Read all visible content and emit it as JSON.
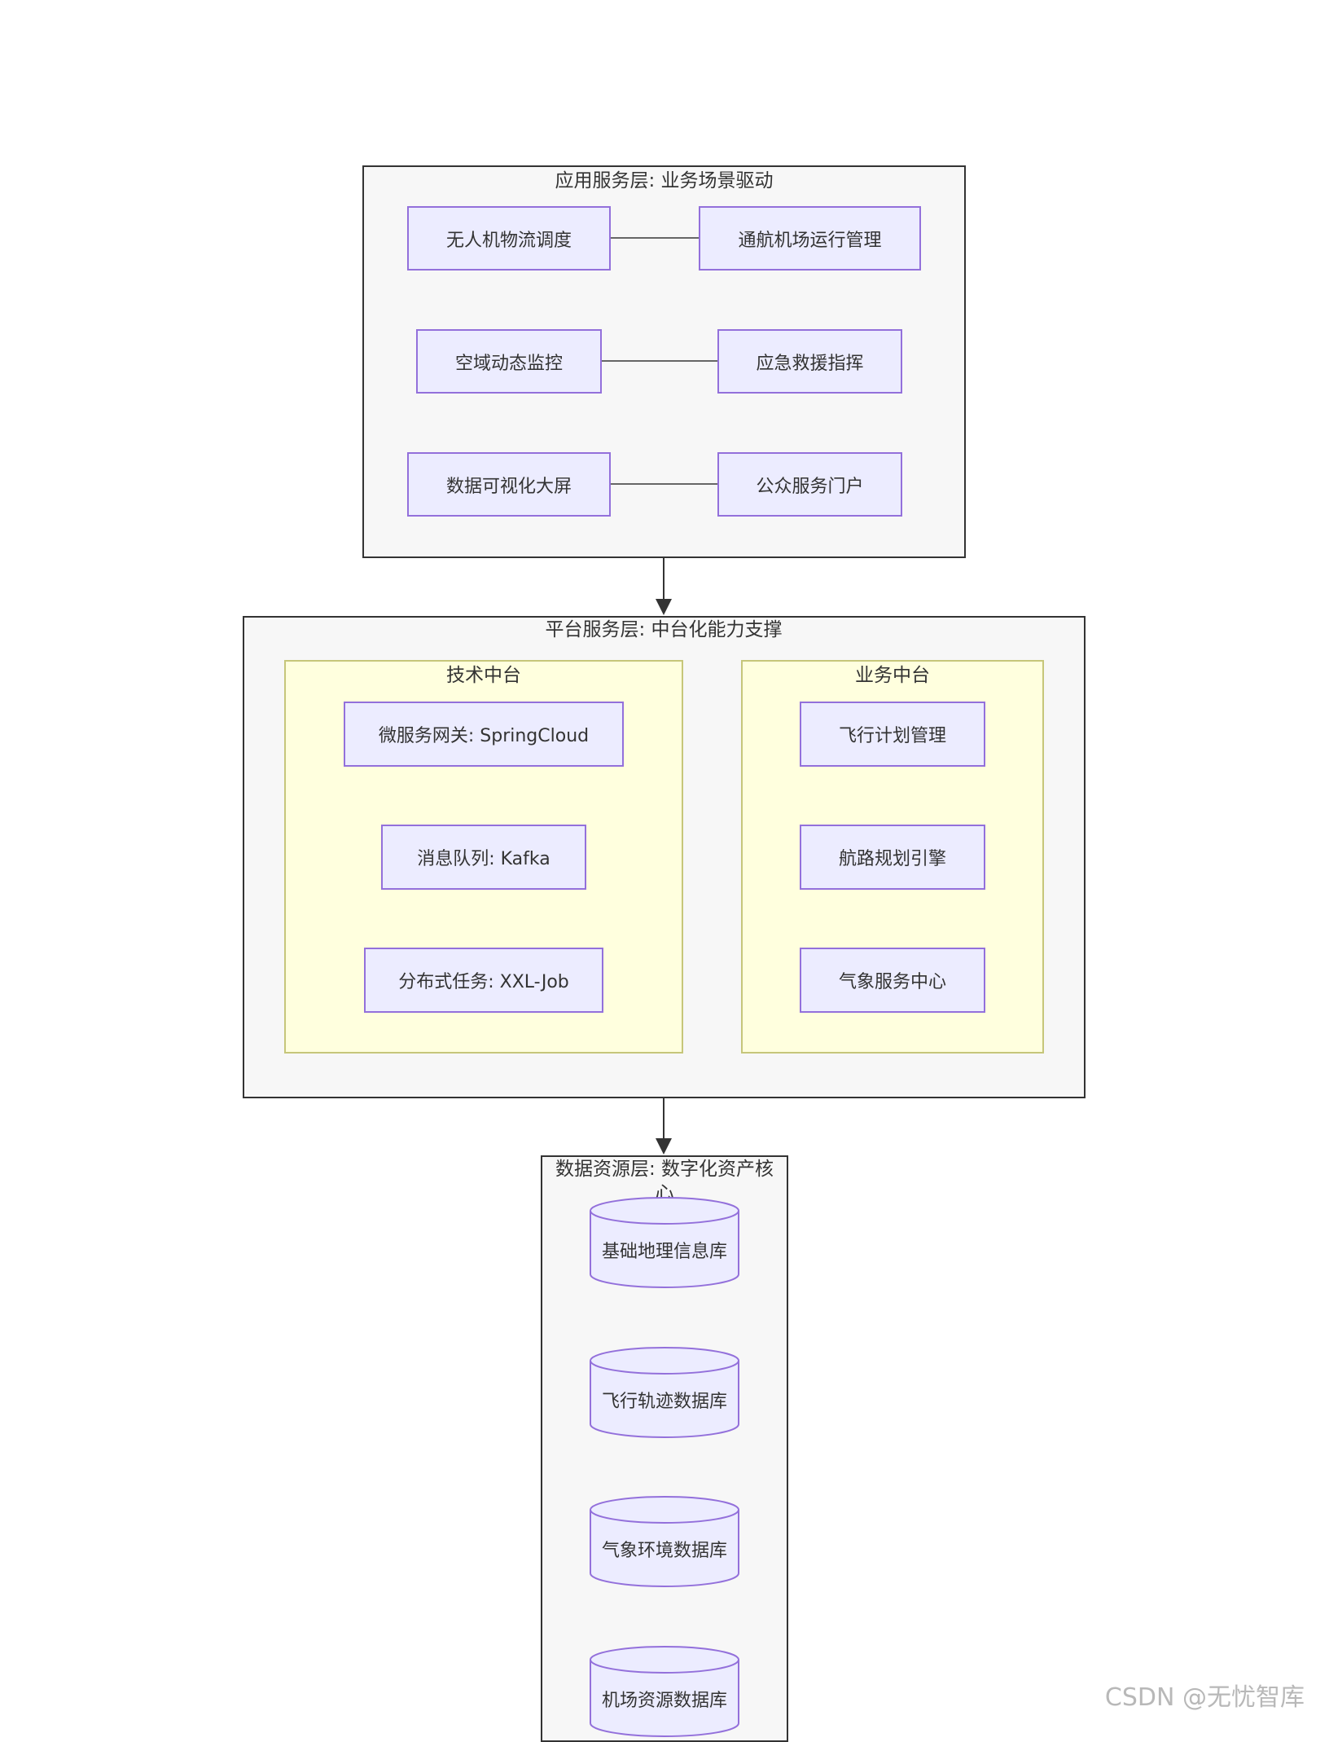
{
  "layers": {
    "application": {
      "title": "应用服务层: 业务场景驱动",
      "nodes": [
        "无人机物流调度",
        "通航机场运行管理",
        "空域动态监控",
        "应急救援指挥",
        "数据可视化大屏",
        "公众服务门户"
      ]
    },
    "platform": {
      "title": "平台服务层: 中台化能力支撑",
      "tech": {
        "title": "技术中台",
        "nodes": [
          "微服务网关: SpringCloud",
          "消息队列: Kafka",
          "分布式任务: XXL-Job"
        ]
      },
      "business": {
        "title": "业务中台",
        "nodes": [
          "飞行计划管理",
          "航路规划引擎",
          "气象服务中心"
        ]
      }
    },
    "data": {
      "title": "数据资源层: 数字化资产核心",
      "nodes": [
        "基础地理信息库",
        "飞行轨迹数据库",
        "气象环境数据库",
        "机场资源数据库"
      ]
    }
  },
  "watermark": "CSDN @无忧智库"
}
